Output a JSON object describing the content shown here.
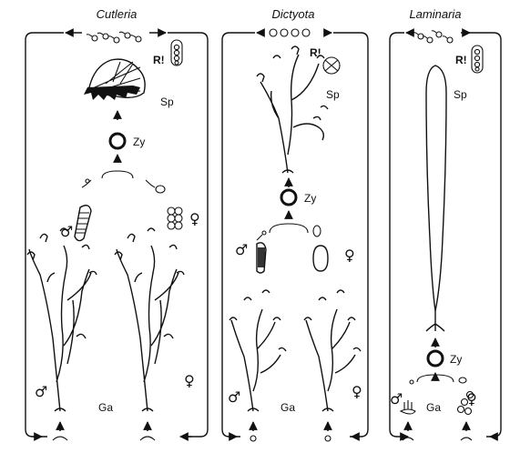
{
  "panels": [
    {
      "title": "Cutleria",
      "r": "R!",
      "sp": "Sp",
      "zy": "Zy",
      "ga": "Ga",
      "male": "♂",
      "female": "♀"
    },
    {
      "title": "Dictyota",
      "r": "R!",
      "sp": "Sp",
      "zy": "Zy",
      "ga": "Ga",
      "male": "♂",
      "female": "♀"
    },
    {
      "title": "Laminaria",
      "r": "R!",
      "sp": "Sp",
      "zy": "Zy",
      "ga": "Ga",
      "male": "♂",
      "female": "♀"
    }
  ],
  "colors": {
    "ink": "#111111",
    "background": "#ffffff"
  }
}
